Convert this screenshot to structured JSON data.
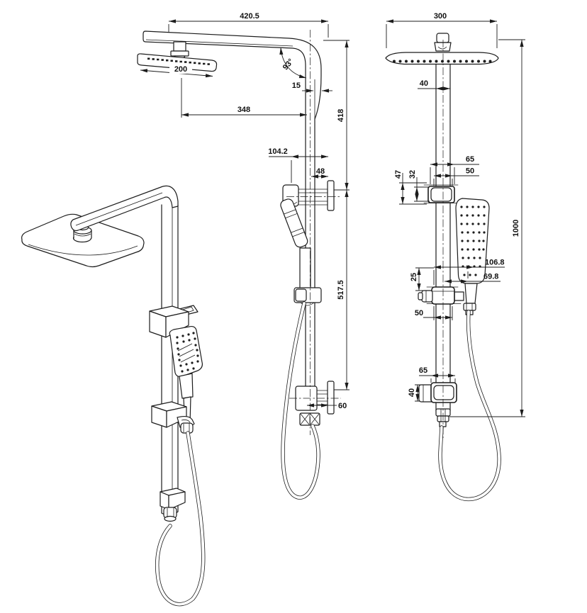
{
  "colors": {
    "line": "#1c1c1c",
    "background": "#ffffff"
  },
  "side_view": {
    "dimensions": {
      "overall_width": "420.5",
      "head_width": "200",
      "arm_angle": "93°",
      "bend_offset": "15",
      "head_center_to_pipe": "348",
      "arm_to_bracket": "418",
      "bracket_depth": "104.2",
      "pipe_center_to_wall": "48",
      "bracket_to_outlet": "517.5",
      "outlet_depth": "60"
    }
  },
  "front_view": {
    "dimensions": {
      "head_width": "300",
      "pipe_width": "40",
      "top_bracket_width": "65",
      "top_clamp_width": "50",
      "top_bracket_height": "47",
      "top_clamp_height": "32",
      "handle_outer_offset": "106.8",
      "handle_center_offset": "69.8",
      "mid_bracket_offset": "25",
      "mid_clamp_width": "50",
      "bottom_bracket_width": "65",
      "bottom_bracket_height": "40",
      "overall_height": "1000"
    }
  }
}
